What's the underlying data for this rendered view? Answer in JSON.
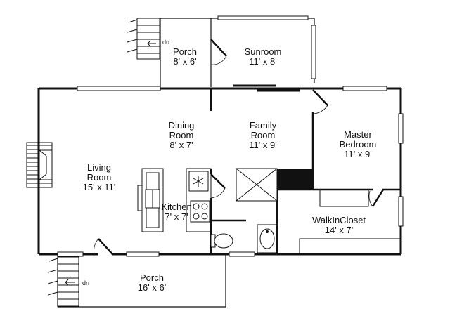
{
  "floor_plan": {
    "rooms": [
      {
        "key": "porch_top",
        "name": "Porch",
        "size": "8' x 6'"
      },
      {
        "key": "sunroom",
        "name": "Sunroom",
        "size": "11' x 8'"
      },
      {
        "key": "dining",
        "name_lines": [
          "Dining",
          "Room"
        ],
        "size": "8' x 7'"
      },
      {
        "key": "family",
        "name_lines": [
          "Family",
          "Room"
        ],
        "size": "11' x 9'"
      },
      {
        "key": "master",
        "name_lines": [
          "Master",
          "Bedroom"
        ],
        "size": "11' x 9'"
      },
      {
        "key": "living",
        "name_lines": [
          "Living",
          "Room"
        ],
        "size": "15' x 11'"
      },
      {
        "key": "kitchen",
        "name": "Kitchen",
        "size": "7' x 7'"
      },
      {
        "key": "closet",
        "name": "WalkInCloset",
        "size": "14' x 7'"
      },
      {
        "key": "porch_bottom",
        "name": "Porch",
        "size": "16' x 6'"
      }
    ],
    "stair_labels": [
      "dn",
      "dn"
    ]
  }
}
